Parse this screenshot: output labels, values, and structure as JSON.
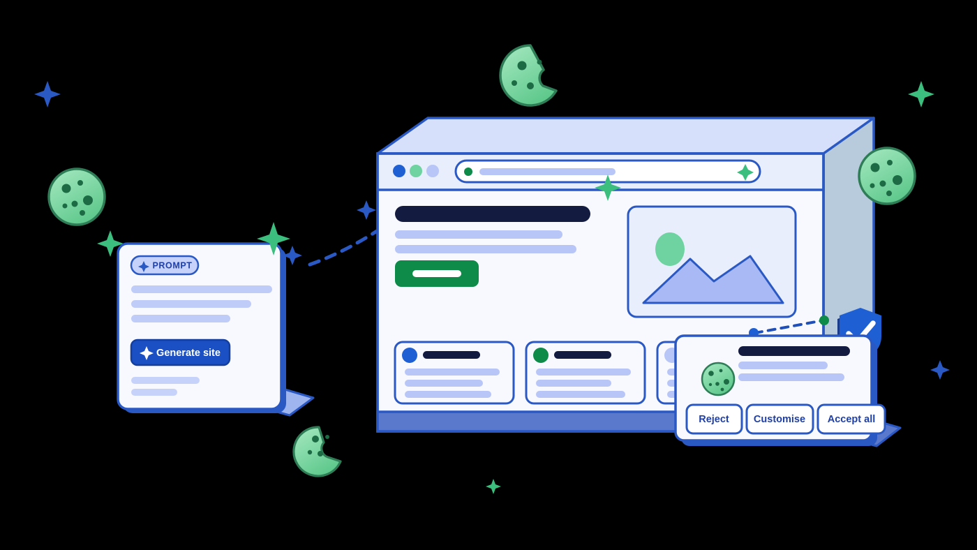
{
  "illustration": {
    "title": "AI site generation with cookie consent",
    "background_color": "#000000"
  },
  "palette": {
    "brand_blue": "#1F5FD4",
    "deep_navy": "#141B40",
    "line_blue": "#2B59C3",
    "soft_blue": "#B8C5F7",
    "panel_bg": "#F7F9FE",
    "chrome_bg": "#E8EEFB",
    "top_face": "#D6E0FA",
    "side_face": "#B7CBDC",
    "base_bar": "#5B79CC",
    "shadow_plane": "#9FB5F0",
    "green": "#0E8A49",
    "cookie_fill": "#7ED8A4",
    "cookie_stroke": "#2E7D56",
    "cookie_chip": "#1C6B45",
    "sparkle_green": "#3BBE7E",
    "sparkle_blue": "#2B59C3",
    "white": "#FFFFFF"
  },
  "prompt_card": {
    "badge": {
      "label": "PROMPT",
      "icon": "sparkle-icon"
    },
    "cta": {
      "label": "Generate site",
      "icon": "sparkle-icon"
    },
    "placeholder_lines": 3,
    "footer_lines": 2
  },
  "browser": {
    "traffic_lights": [
      "blue",
      "green",
      "lavender"
    ],
    "address_bar": {
      "lock_icon": "green-dot-icon",
      "magic_icon": "sparkle-icon",
      "value": "",
      "placeholder": ""
    },
    "hero": {
      "heading_bar": true,
      "body_lines": 2,
      "cta_button": true,
      "media": {
        "icon": "image-placeholder-icon"
      }
    },
    "cards": [
      {
        "dot_color": "#1F5FD4",
        "title_bar": true,
        "lines": 3
      },
      {
        "dot_color": "#0E8A49",
        "title_bar": true,
        "lines": 3
      },
      {
        "dot_color": "#B8C5F7",
        "title_bar": true,
        "lines": 3
      }
    ]
  },
  "cookie_dialog": {
    "icon": "cookie-icon",
    "heading_bar": true,
    "body_lines": 2,
    "buttons": [
      {
        "label": "Reject",
        "name": "reject-button"
      },
      {
        "label": "Customise",
        "name": "customise-button"
      },
      {
        "label": "Accept all",
        "name": "accept-all-button"
      }
    ]
  },
  "badge": {
    "icon": "shield-check-icon"
  },
  "decorations": {
    "cookies": [
      {
        "name": "cookie-top",
        "bitten": true
      },
      {
        "name": "cookie-left",
        "bitten": false
      },
      {
        "name": "cookie-right",
        "bitten": false
      },
      {
        "name": "cookie-bottom",
        "bitten": true
      }
    ],
    "sparkles": [
      {
        "name": "sparkle-top-left",
        "color": "blue"
      },
      {
        "name": "sparkle-mid-left",
        "color": "green"
      },
      {
        "name": "sparkle-left-small",
        "color": "blue"
      },
      {
        "name": "sparkle-card-top",
        "color": "green"
      },
      {
        "name": "sparkle-card-right",
        "color": "blue"
      },
      {
        "name": "sparkle-top-right",
        "color": "green"
      },
      {
        "name": "sparkle-right-small",
        "color": "blue"
      },
      {
        "name": "sparkle-url",
        "color": "green"
      },
      {
        "name": "sparkle-bottom",
        "color": "green"
      }
    ],
    "connectors": [
      {
        "name": "connector-prompt-to-browser"
      },
      {
        "name": "connector-browser-to-dialog"
      }
    ]
  }
}
